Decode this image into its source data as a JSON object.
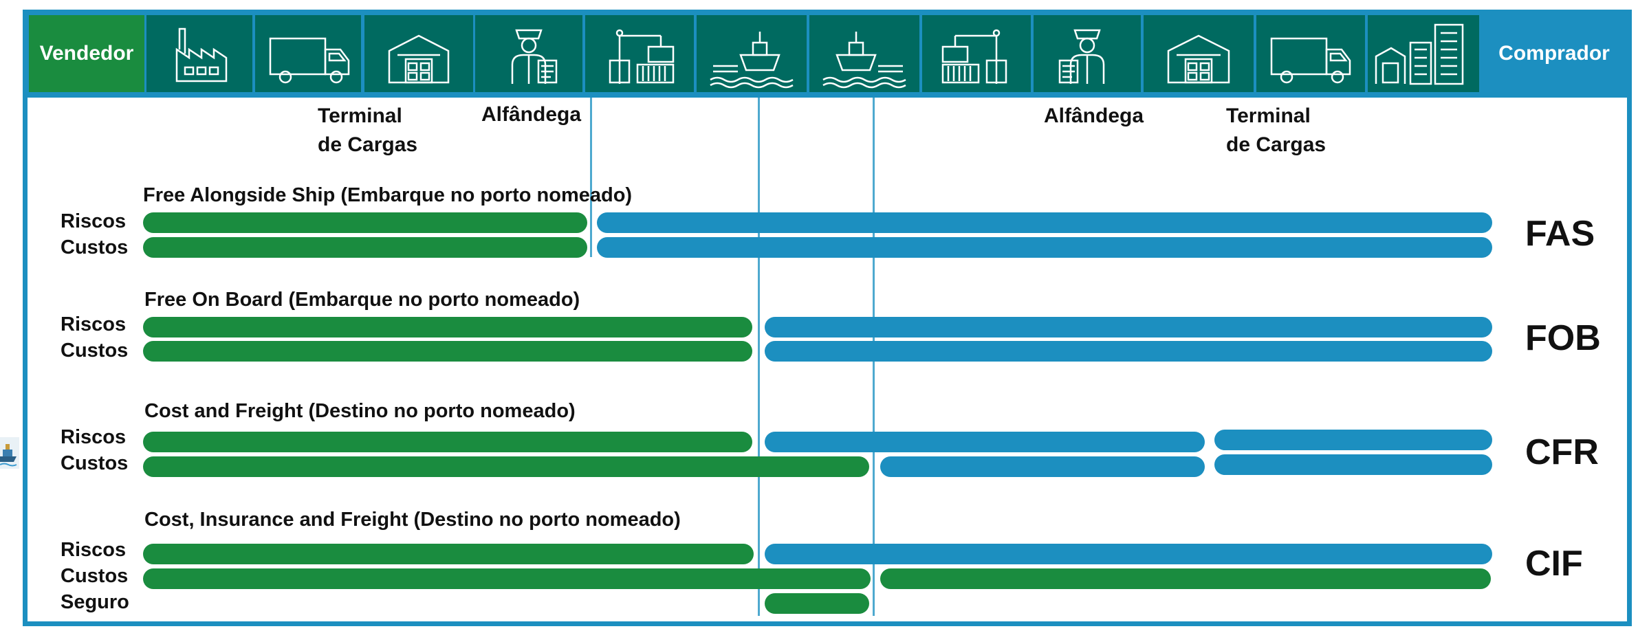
{
  "header": {
    "seller": "Vendedor",
    "buyer": "Comprador",
    "icons": [
      "factory-icon",
      "truck-icon",
      "warehouse-icon",
      "customs-officer-icon",
      "port-crane-icon",
      "ship-icon",
      "ship-icon",
      "port-crane-icon",
      "customs-officer-icon",
      "warehouse-icon",
      "truck-icon",
      "city-buildings-icon"
    ]
  },
  "locations": {
    "terminal_left_1": "Terminal",
    "terminal_left_2": "de Cargas",
    "customs_left": "Alfândega",
    "customs_right": "Alfândega",
    "terminal_right_1": "Terminal",
    "terminal_right_2": "de Cargas"
  },
  "row_labels": {
    "risks": "Riscos",
    "costs": "Custos",
    "insurance": "Seguro"
  },
  "incoterms": [
    {
      "code": "FAS",
      "title": "Free Alongside Ship (Embarque no porto nomeado)"
    },
    {
      "code": "FOB",
      "title": "Free On Board (Embarque no porto nomeado)"
    },
    {
      "code": "CFR",
      "title": "Cost and Freight  (Destino no porto nomeado)"
    },
    {
      "code": "CIF",
      "title": "Cost, Insurance and Freight (Destino no porto nomeado)"
    }
  ],
  "colors": {
    "seller": "#1a8c3f",
    "buyer": "#1c8fc0",
    "header_icon_bg": "#006a60"
  }
}
